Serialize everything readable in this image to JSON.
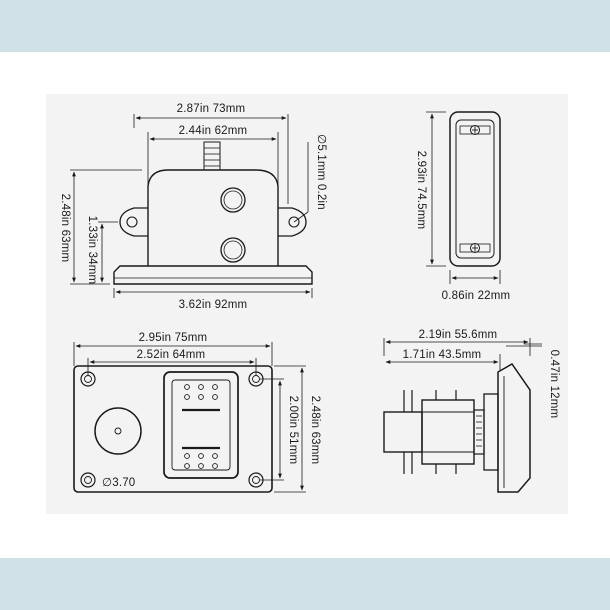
{
  "colors": {
    "band": "#cfe0e6",
    "sheet": "#f3f3f3",
    "ink": "#1a1a1a"
  },
  "views": {
    "front": {
      "width_overall": "2.87in 73mm",
      "width_housing": "2.44in 62mm",
      "base_width": "3.62in 92mm",
      "height_overall": "2.48in 63mm",
      "height_base": "1.33in 34mm",
      "hole": "∅5.1mm 0.2in"
    },
    "side": {
      "height": "2.93in 74.5mm",
      "width": "0.86in 22mm"
    },
    "panel": {
      "width_overall": "2.95in 75mm",
      "width_holes": "2.52in 64mm",
      "height_holes": "2.00in 51mm",
      "height_overall": "2.48in 63mm",
      "hole_dia": "∅3.70"
    },
    "depth": {
      "depth_overall": "2.19in 55.6mm",
      "depth_body": "1.71in 43.5mm",
      "plate_thickness": "0.47in 12mm"
    }
  }
}
